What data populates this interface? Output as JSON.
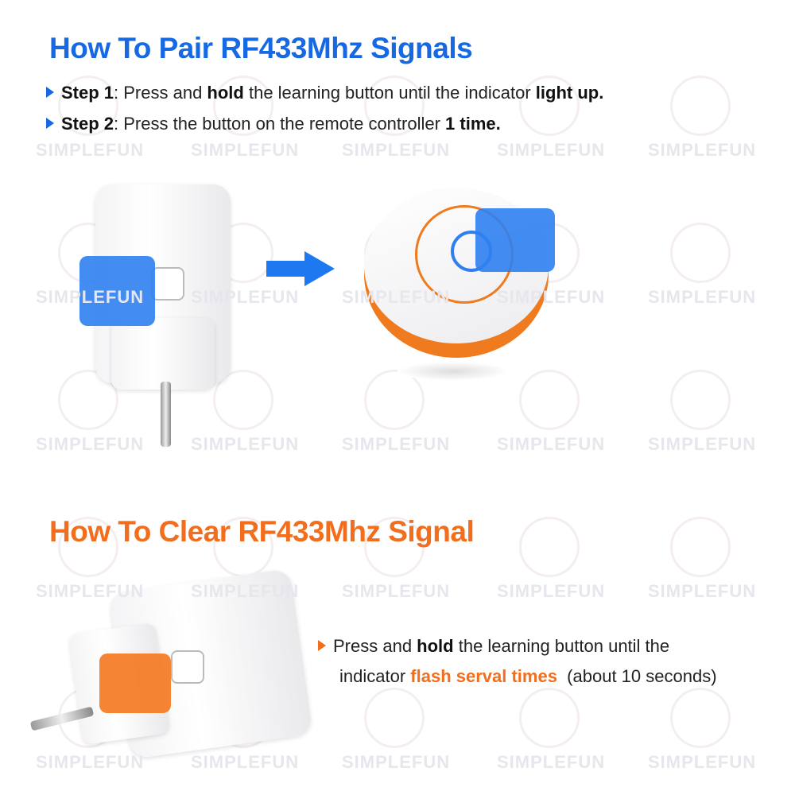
{
  "watermark": "SIMPLEFUN",
  "pair": {
    "title": "How To Pair RF433Mhz Signals",
    "steps": [
      {
        "label": "Step 1",
        "p1": ": Press and ",
        "b1": "hold",
        "p2": " the learning button until the indicator ",
        "b2": "light up."
      },
      {
        "label": "Step 2",
        "p1": ": Press the button on the remote controller ",
        "b1": "1 time."
      }
    ]
  },
  "clear": {
    "title": "How To Clear RF433Mhz Signal",
    "line1_a": "Press and ",
    "line1_b": "hold",
    "line1_c": " the learning button until the",
    "line2_a": "indicator ",
    "line2_b": "flash serval times",
    "line2_c": "  (about 10 seconds)"
  },
  "colors": {
    "blue": "#1668e3",
    "orange": "#f26d1c"
  }
}
